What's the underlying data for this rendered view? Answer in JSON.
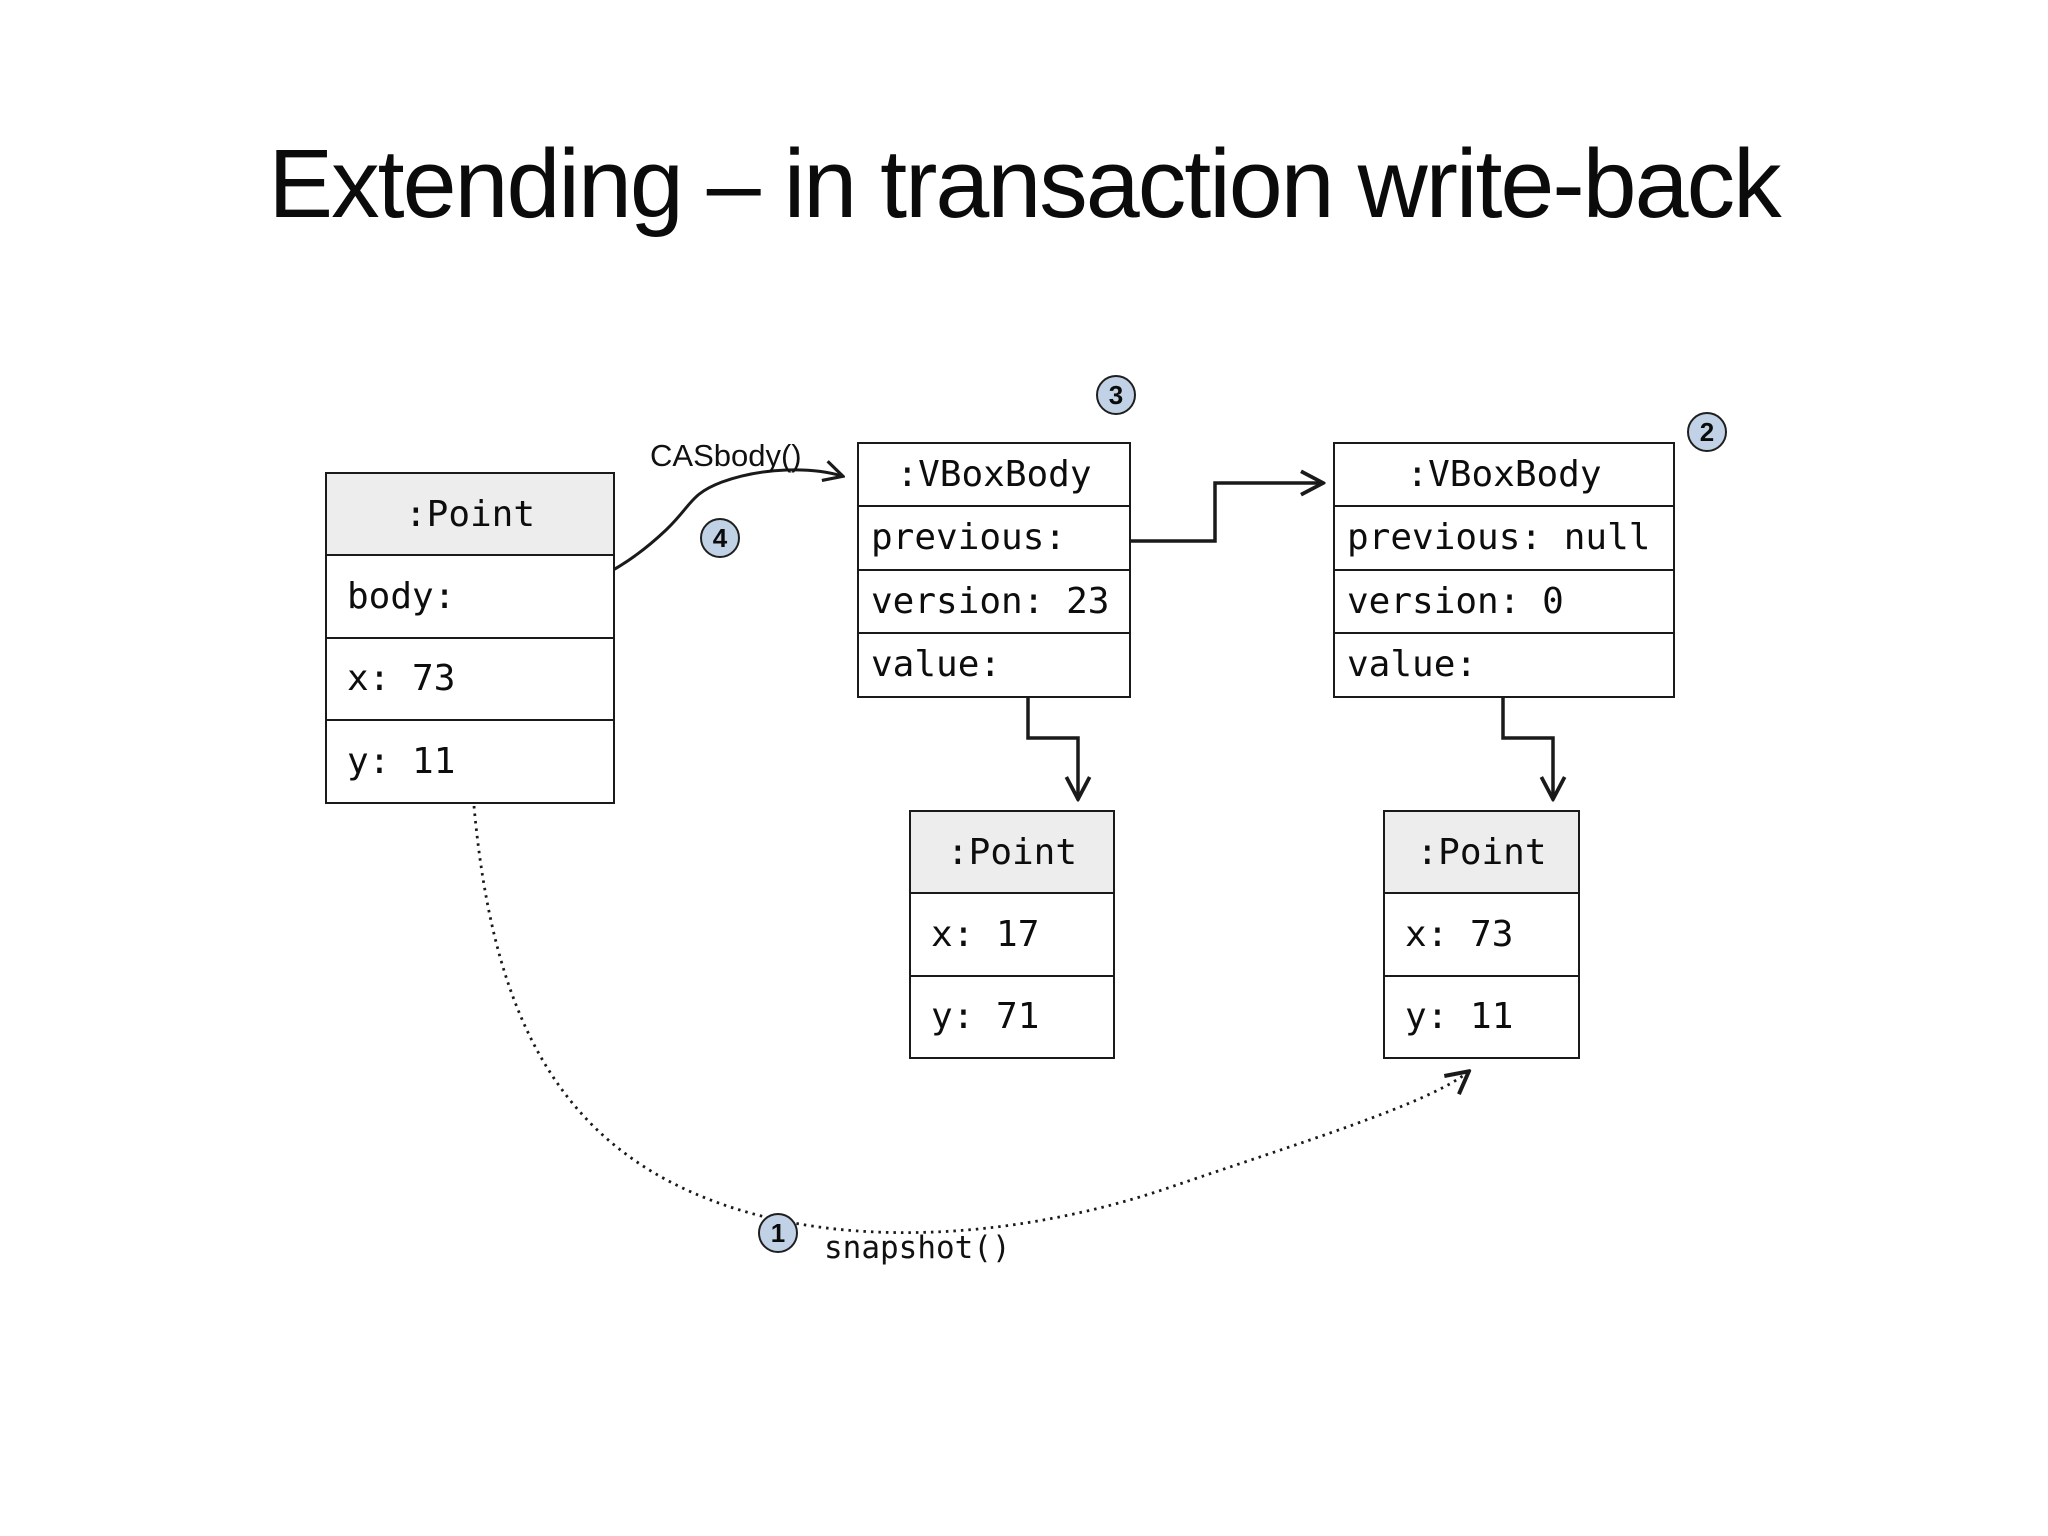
{
  "slide": {
    "title": "Extending – in transaction write-back"
  },
  "labels": {
    "cas_call": "CASbody()",
    "snapshot_call": "snapshot()"
  },
  "step_badges": {
    "step1": "1",
    "step2": "2",
    "step3": "3",
    "step4": "4"
  },
  "boxes": {
    "point_main": {
      "header": ":Point",
      "rows": [
        "body:",
        "x: 73",
        "y: 11"
      ]
    },
    "vbox_mid": {
      "header": ":VBoxBody",
      "rows": [
        "previous:",
        "version: 23",
        "value:"
      ]
    },
    "vbox_right": {
      "header": ":VBoxBody",
      "rows": [
        "previous: null",
        "version: 0",
        "value:"
      ]
    },
    "point_mid": {
      "header": ":Point",
      "rows": [
        "x: 17",
        "y: 71"
      ]
    },
    "point_right": {
      "header": ":Point",
      "rows": [
        "x: 73",
        "y: 11"
      ]
    }
  },
  "colors": {
    "badge_fill": "#c1d2e7",
    "header_fill": "#ededed",
    "line": "#1a1a1a",
    "background": "#ffffff"
  }
}
